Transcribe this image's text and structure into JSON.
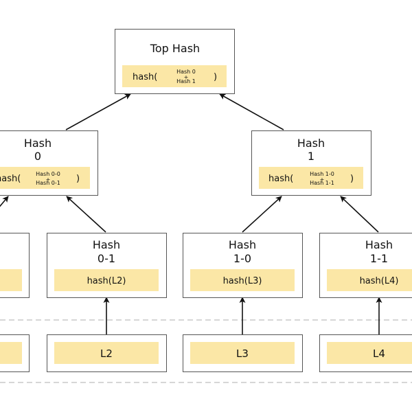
{
  "top": {
    "title": "Top Hash",
    "fn_open": "hash(",
    "arg1": "Hash 0",
    "plus": "+",
    "arg2": "Hash 1",
    "fn_close": ")"
  },
  "hash0": {
    "title1": "Hash",
    "title2": "0",
    "fn_open": "hash(",
    "arg1": "Hash 0-0",
    "plus": "+",
    "arg2": "Hash 0-1",
    "fn_close": ")"
  },
  "hash1": {
    "title1": "Hash",
    "title2": "1",
    "fn_open": "hash(",
    "arg1": "Hash 1-0",
    "plus": "+",
    "arg2": "Hash 1-1",
    "fn_close": ")"
  },
  "hash01": {
    "title1": "Hash",
    "title2": "0-1",
    "content": "hash(L2)"
  },
  "hash10": {
    "title1": "Hash",
    "title2": "1-0",
    "content": "hash(L3)"
  },
  "hash11": {
    "title1": "Hash",
    "title2": "1-1",
    "content": "hash(L4)"
  },
  "leaves": {
    "l2": "L2",
    "l3": "L3",
    "l4": "L4"
  }
}
